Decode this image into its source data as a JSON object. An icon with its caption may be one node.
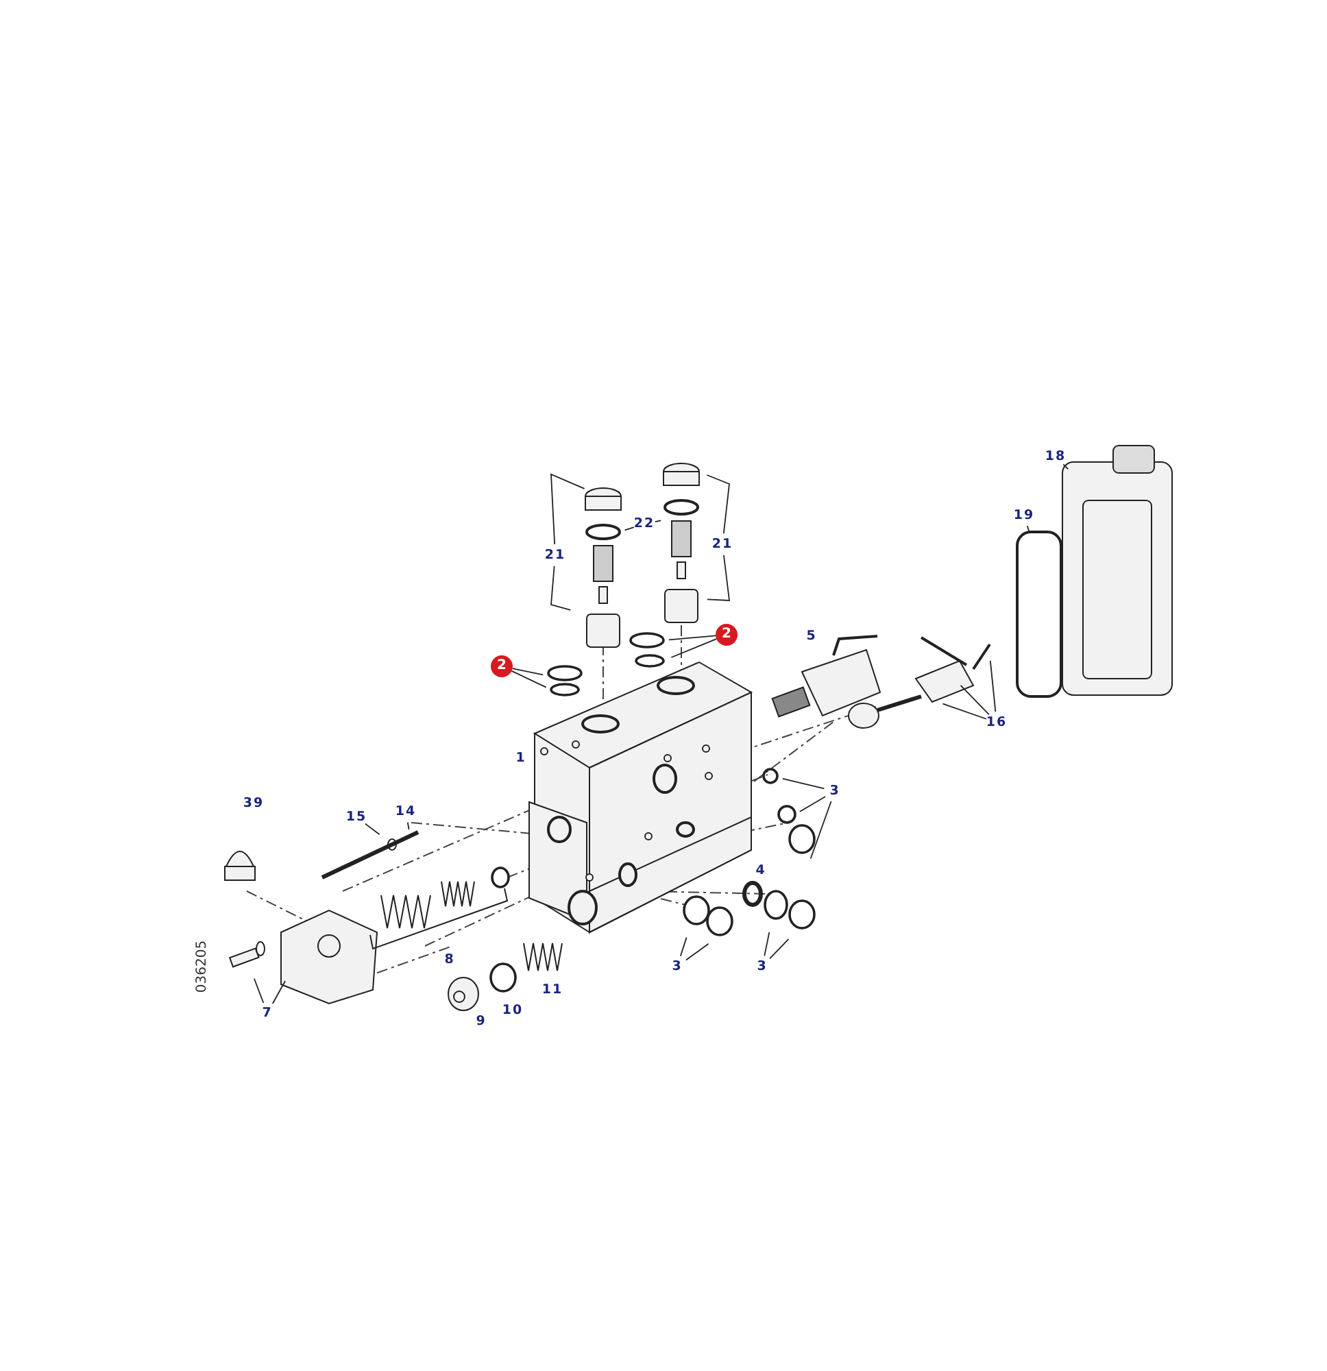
{
  "diagram": {
    "nodes": [
      {
        "text": [
          "21"
        ]
      },
      {
        "text": [
          "22"
        ]
      },
      {
        "text": [
          "21"
        ]
      },
      {
        "text": [
          "2"
        ]
      },
      {
        "text": [
          "2"
        ]
      },
      {
        "text": [
          "16"
        ]
      },
      {
        "text": [
          "3"
        ]
      },
      {
        "text": [
          "3"
        ]
      },
      {
        "text": [
          "3"
        ]
      },
      {
        "text": [
          "15"
        ]
      },
      {
        "text": [
          "14"
        ]
      },
      {
        "text": [
          "7"
        ]
      },
      {
        "text": [
          "18"
        ]
      },
      {
        "text": [
          "19"
        ]
      }
    ],
    "edges": [
      {
        "from": 0,
        "to": null,
        "arrow": "none"
      },
      {
        "from": 0,
        "to": null,
        "arrow": "none"
      },
      {
        "from": 1,
        "to": null,
        "arrow": "none"
      },
      {
        "from": 1,
        "to": null,
        "arrow": "none"
      },
      {
        "from": 2,
        "to": null,
        "arrow": "none"
      },
      {
        "from": 2,
        "to": null,
        "arrow": "none"
      },
      {
        "from": 3,
        "to": null,
        "arrow": "none"
      },
      {
        "from": 3,
        "to": null,
        "arrow": "none"
      },
      {
        "from": 4,
        "to": null,
        "arrow": "none"
      },
      {
        "from": 4,
        "to": null,
        "arrow": "none"
      },
      {
        "from": 5,
        "to": null,
        "arrow": "none"
      },
      {
        "from": 5,
        "to": null,
        "arrow": "none"
      },
      {
        "from": 5,
        "to": null,
        "arrow": "none"
      },
      {
        "from": 6,
        "to": null,
        "arrow": "none"
      },
      {
        "from": 6,
        "to": null,
        "arrow": "none"
      },
      {
        "from": 6,
        "to": null,
        "arrow": "none"
      },
      {
        "from": 7,
        "to": null,
        "arrow": "none"
      },
      {
        "from": 7,
        "to": null,
        "arrow": "none"
      },
      {
        "from": 8,
        "to": null,
        "arrow": "none"
      },
      {
        "from": 8,
        "to": null,
        "arrow": "none"
      },
      {
        "from": 9,
        "to": null,
        "arrow": "none"
      },
      {
        "from": 10,
        "to": null,
        "arrow": "none"
      },
      {
        "from": 11,
        "to": null,
        "arrow": "none"
      },
      {
        "from": 11,
        "to": null,
        "arrow": "none"
      },
      {
        "from": 12,
        "to": null,
        "arrow": "none"
      },
      {
        "from": 13,
        "to": null,
        "arrow": "none"
      }
    ],
    "labels": [
      "5",
      "1",
      "39",
      "4",
      "8",
      "036205",
      "11",
      "10",
      "9"
    ]
  }
}
